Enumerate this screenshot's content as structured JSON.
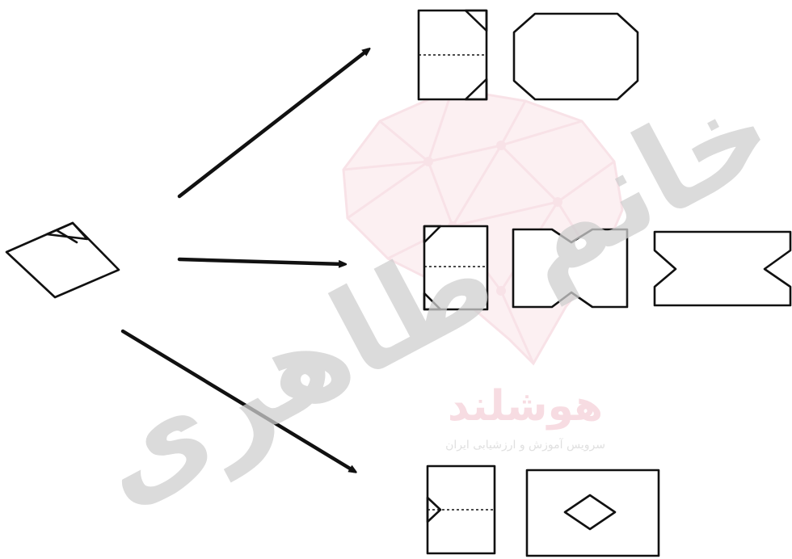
{
  "watermark": {
    "main_text": "خانم طاهری",
    "brand_text": "هوشلند",
    "brand_sub": "سرویس آموزش و ارزشیابی ایران",
    "main_color": "#cfcfcf",
    "brand_color": "#f3c6cf"
  },
  "diagram": {
    "source_shape": "folded-paper-corner-cut",
    "branches": [
      {
        "name": "top",
        "outcomes": [
          "folded-sheet-corners-cut",
          "rectangle-with-corners-cut"
        ]
      },
      {
        "name": "middle",
        "outcomes": [
          "folded-sheet-corners-cut",
          "rectangle-with-side-notches",
          "rectangle-with-side-notches"
        ]
      },
      {
        "name": "bottom",
        "outcomes": [
          "folded-sheet-edge-notch",
          "rectangle-with-diamond-hole"
        ]
      }
    ]
  }
}
